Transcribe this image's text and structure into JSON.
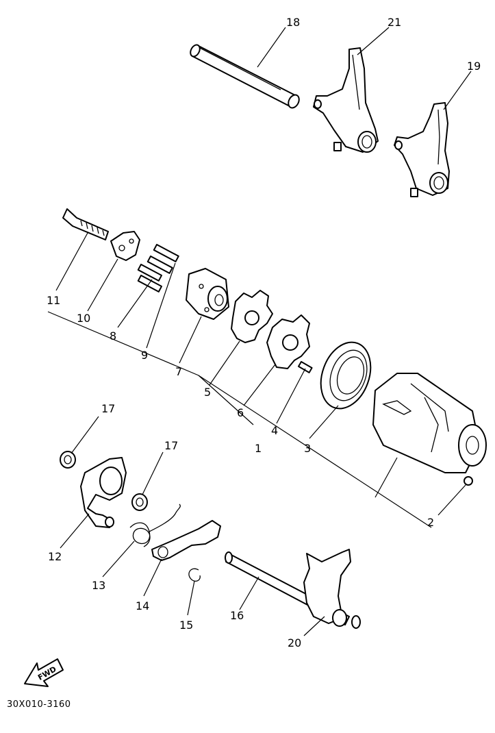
{
  "diagram": {
    "labels": {
      "p1a": "1",
      "p1b": "1",
      "p2": "2",
      "p3": "3",
      "p4": "4",
      "p5": "5",
      "p6": "6",
      "p7": "7",
      "p8": "8",
      "p9": "9",
      "p10": "10",
      "p11": "11",
      "p12": "12",
      "p13": "13",
      "p14": "14",
      "p15": "15",
      "p16": "16",
      "p17a": "17",
      "p17b": "17",
      "p18": "18",
      "p19": "19",
      "p20": "20",
      "p21": "21"
    },
    "direction_arrow": "FWD",
    "drawing_code": "30X010-3160"
  }
}
